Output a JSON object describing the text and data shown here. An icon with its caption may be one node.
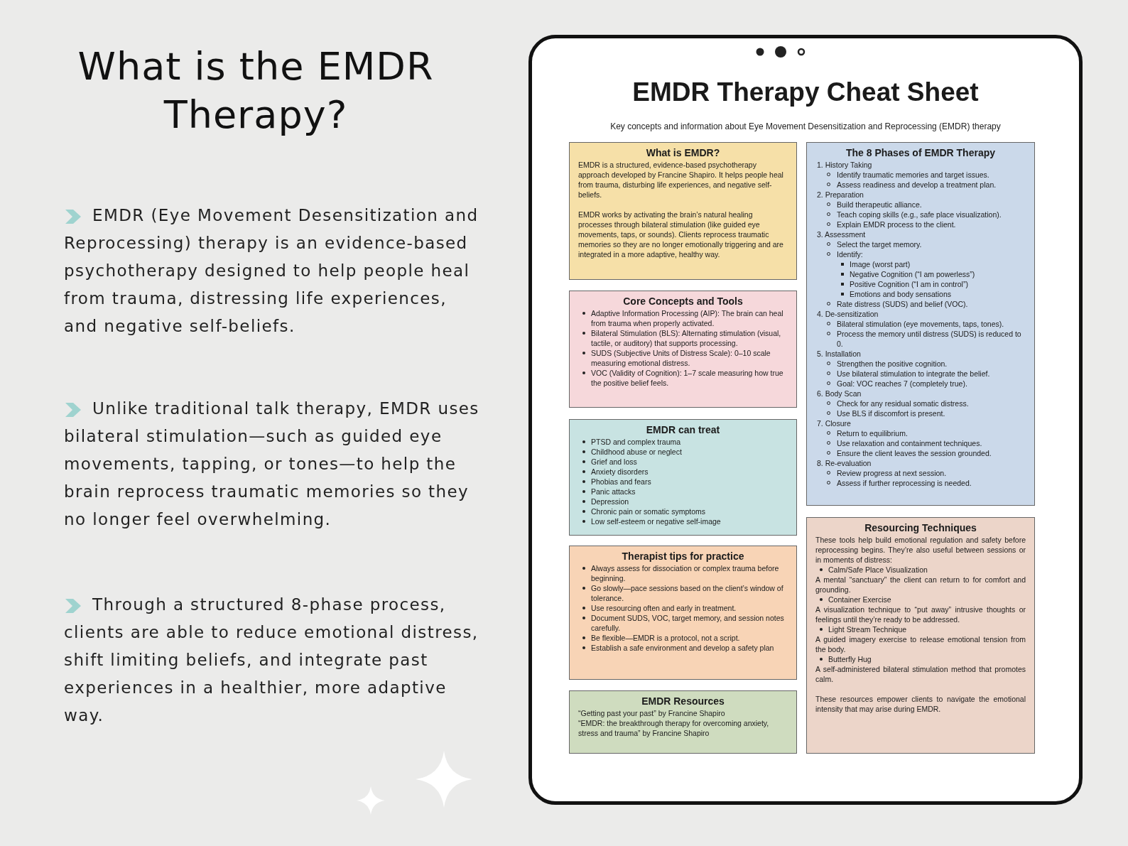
{
  "diagram": {
    "title": "What is the EMDR Therapy?",
    "nodes": [
      {
        "text": [
          "EMDR Therapy Cheat Sheet",
          "Key concepts and information about Eye Movement Desensitization and Reprocessing (EMDR) therapy"
        ]
      },
      {
        "text": [
          "What is EMDR?",
          "EMDR is a structured, evidence-based psychotherapy approach developed by Francine Shapiro. It helps people heal from trauma, disturbing life experiences, and negative self-beliefs.",
          "EMDR works by activating the brain’s natural healing processes through bilateral stimulation (like guided eye movements, taps, or sounds). Clients reprocess traumatic memories so they are no longer emotionally triggering and are integrated in a more adaptive, healthy way."
        ],
        "in": 0
      },
      {
        "text": [
          "Core Concepts and Tools",
          "Adaptive Information Processing (AIP): The brain can heal from trauma when properly activated.",
          "Bilateral Stimulation (BLS): Alternating stimulation (visual, tactile, or auditory) that supports processing.",
          "SUDS (Subjective Units of Distress Scale): 0–10 scale measuring emotional distress.",
          "VOC (Validity of Cognition): 1–7 scale measuring how true the positive belief feels."
        ],
        "in": 0
      },
      {
        "text": [
          "EMDR can treat",
          "PTSD and complex trauma",
          "Childhood abuse or neglect",
          "Grief and loss",
          "Anxiety disorders",
          "Phobias and fears",
          "Panic attacks",
          "Depression",
          "Chronic pain or somatic symptoms",
          "Low self-esteem or negative self-image"
        ],
        "in": 0
      },
      {
        "text": [
          "Therapist tips for practice",
          "Always assess for dissociation or complex trauma before beginning.",
          "Go slowly—pace sessions based on the client’s window of tolerance.",
          "Use resourcing often and early in treatment.",
          "Document SUDS, VOC, target memory, and session notes carefully.",
          "Be flexible—EMDR is a protocol, not a script.",
          "Establish a safe environment and develop a safety plan"
        ],
        "in": 0
      },
      {
        "text": [
          "EMDR Resources",
          "“Getting past your past” by Francine Shapiro",
          "“EMDR: the breakthrough therapy for overcoming anxiety, stress and trauma” by Francine Shapiro"
        ],
        "in": 0
      },
      {
        "text": [
          "The 8 Phases of EMDR Therapy",
          "1. History Taking",
          "Identify traumatic memories and target issues.",
          "Assess readiness and develop a treatment plan.",
          "2. Preparation",
          "Build therapeutic alliance.",
          "Teach coping skills (e.g., safe place visualization).",
          "Explain EMDR process to the client.",
          "3. Assessment",
          "Select the target memory.",
          "Identify:",
          "Image (worst part)",
          "Negative Cognition (“I am powerless”)",
          "Positive Cognition (“I am in control”)",
          "Emotions and body sensations",
          "Rate distress (SUDS) and belief (VOC).",
          "4. De-sensitization",
          "Bilateral stimulation (eye movements, taps, tones).",
          "Process the memory until distress (SUDS) is reduced to 0.",
          "5. Installation",
          "Strengthen the positive cognition.",
          "Use bilateral stimulation to integrate the belief.",
          "Goal: VOC reaches 7 (completely true).",
          "6. Body Scan",
          "Check for any residual somatic distress.",
          "Use BLS if discomfort is present.",
          "7. Closure",
          "Return to equilibrium.",
          "Use relaxation and containment techniques.",
          "Ensure the client leaves the session grounded.",
          "8. Re-evaluation",
          "Review progress at next session.",
          "Assess if further reprocessing is needed."
        ],
        "in": 0
      },
      {
        "text": [
          "Resourcing Techniques",
          "These tools help build emotional regulation and safety before reprocessing begins. They’re also useful between sessions or in moments of distress:",
          "Calm/Safe Place Visualization",
          "A mental “sanctuary” the client can return to for comfort and grounding.",
          "Container Exercise",
          "A visualization technique to “put away” intrusive thoughts or feelings until they’re ready to be addressed.",
          "Light Stream Technique",
          "A guided imagery exercise to release emotional tension from the body.",
          "Butterfly Hug",
          "A self-administered bilateral stimulation method that promotes calm.",
          "These resources empower clients to navigate the emotional intensity that may arise during EMDR."
        ],
        "in": 0
      }
    ],
    "labels": [
      "EMDR (Eye Movement Desensitization and Reprocessing) therapy is an evidence-based psychotherapy designed to help people heal from trauma, distressing life experiences, and negative self-beliefs.",
      "Unlike traditional talk therapy, EMDR uses bilateral stimulation—such as guided eye movements, tapping, or tones—to help the brain reprocess traumatic memories so they no longer feel overwhelming.",
      "Through a structured 8-phase process, clients are able to reduce emotional distress, shift limiting beliefs, and integrate past experiences in a healthier, more adaptive way."
    ]
  }
}
